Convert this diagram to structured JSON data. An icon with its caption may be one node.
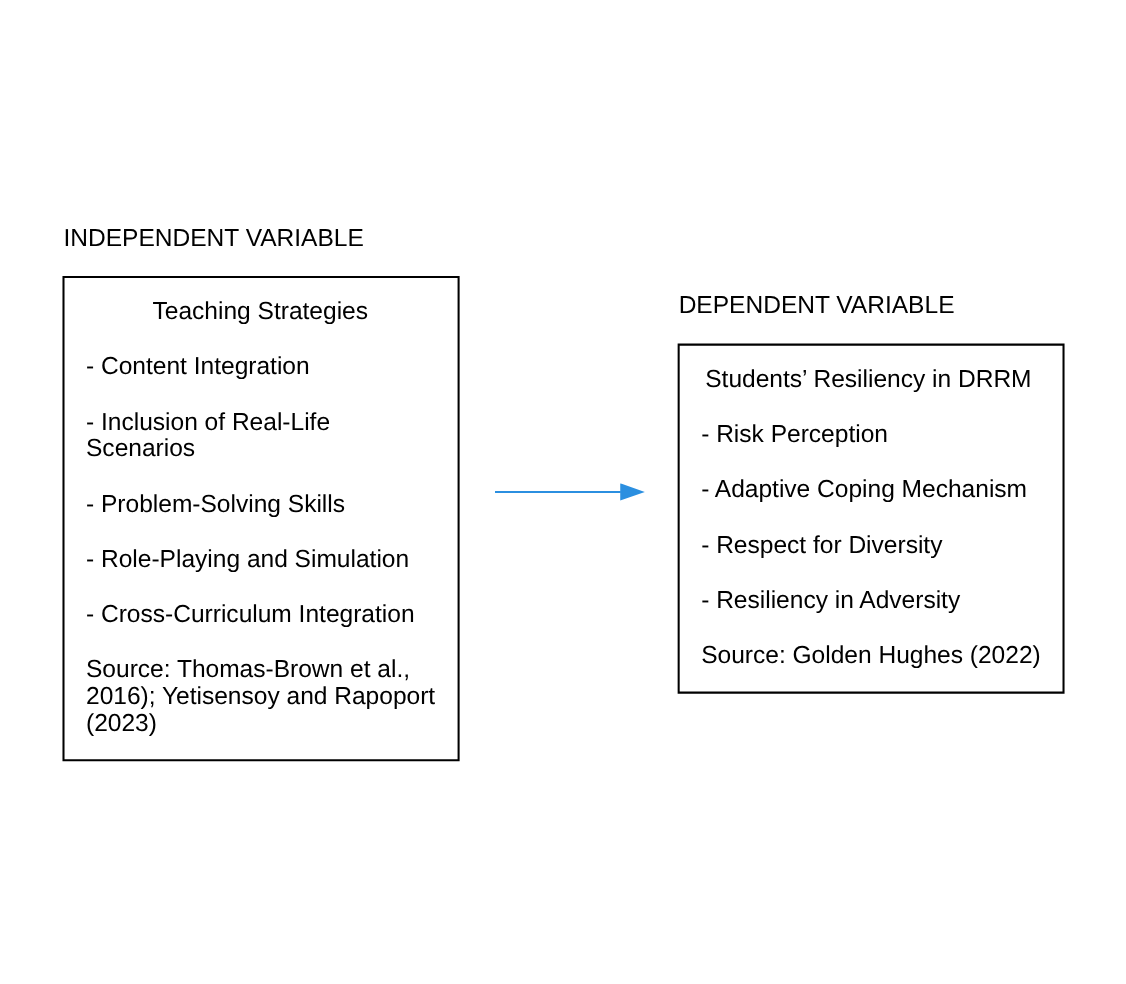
{
  "diagram": {
    "nodes": [
      {
        "text": [
          "INDEPENDENT VARIABLE",
          "Teaching Strategies",
          "- Content Integration",
          "- Inclusion of Real-Life Scenarios",
          "- Problem-Solving Skills",
          "- Role-Playing and Simulation",
          "- Cross-Curriculum Integration",
          "Source: Thomas-Brown et al., 2016); Yetisensoy and Rapoport (2023)"
        ]
      },
      {
        "text": [
          "DEPENDENT VARIABLE",
          "Students’ Resiliency in DRRM",
          "- Risk Perception",
          "- Adaptive Coping Mechanism",
          "- Respect for Diversity",
          "- Resiliency in Adversity",
          "Source: Golden Hughes (2022)"
        ]
      }
    ],
    "edges": [
      {
        "from": 0,
        "to": 1,
        "arrow": "to",
        "color": "#2b8fe0"
      }
    ]
  }
}
